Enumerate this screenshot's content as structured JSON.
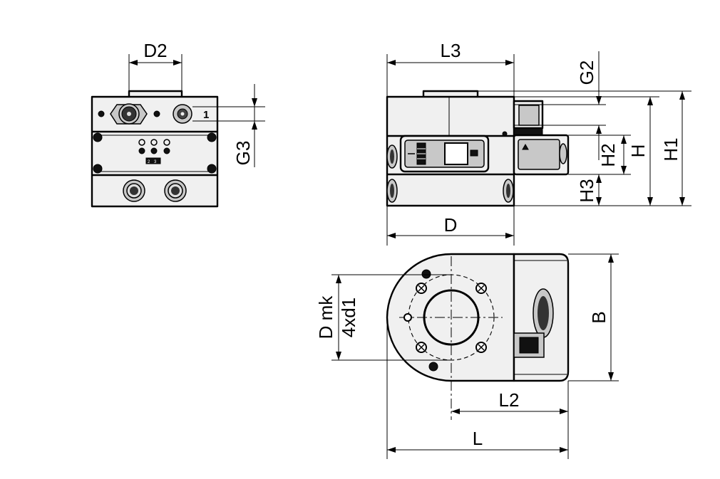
{
  "dimensions": {
    "front_view": {
      "d2": "D2",
      "g3": "G3"
    },
    "side_view": {
      "l3": "L3",
      "g2": "G2",
      "h2": "H2",
      "h": "H",
      "h1": "H1",
      "h3": "H3",
      "d": "D"
    },
    "top_view": {
      "d_mk": "D mk",
      "hole_spec": "4xd1",
      "b": "B",
      "l2": "L2",
      "l": "L"
    }
  },
  "port_labels": [
    "1",
    "1",
    "2",
    "3"
  ]
}
